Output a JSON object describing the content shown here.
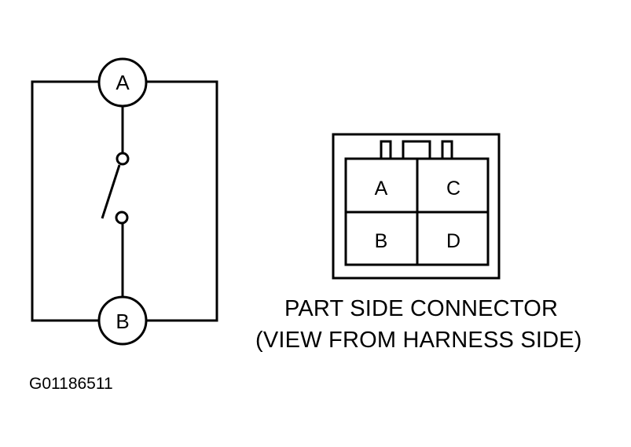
{
  "schematic": {
    "terminal_top": "A",
    "terminal_bottom": "B"
  },
  "connector": {
    "pins": [
      "A",
      "C",
      "B",
      "D"
    ],
    "caption_line1": "PART SIDE CONNECTOR",
    "caption_line2": "(VIEW FROM HARNESS SIDE)"
  },
  "figure_id": "G01186511",
  "colors": {
    "line": "#000000",
    "background": "#ffffff"
  }
}
